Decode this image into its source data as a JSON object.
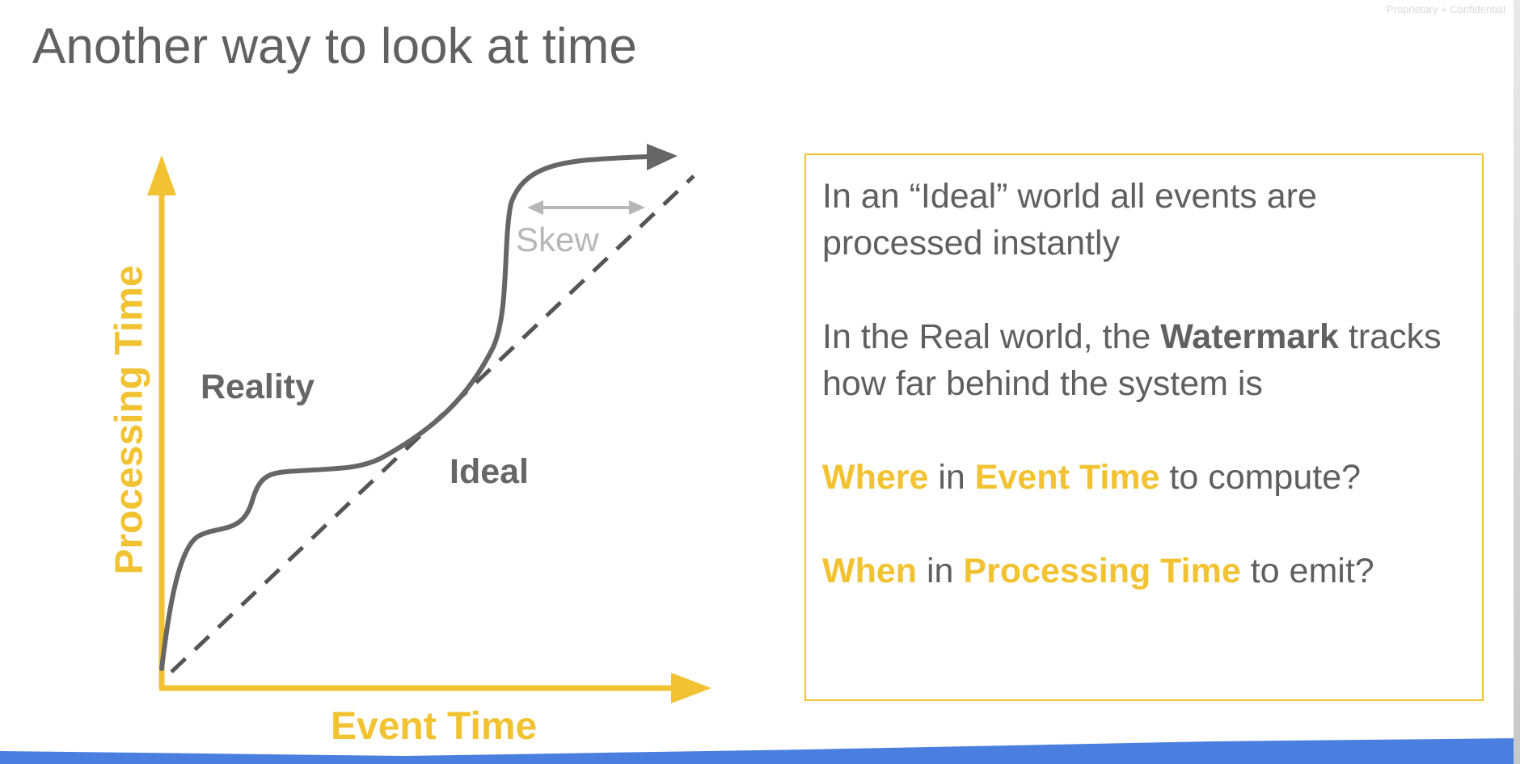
{
  "slide": {
    "title": "Another way to look at time",
    "confidential": "Proprietary + Confidential"
  },
  "diagram": {
    "y_axis_label": "Processing Time",
    "x_axis_label": "Event Time",
    "label_reality": "Reality",
    "label_ideal": "Ideal",
    "label_skew": "Skew",
    "colors": {
      "axis": "#f1c232",
      "reality_curve": "#666666",
      "ideal_line": "#555555",
      "skew_arrow": "#b7b7b7"
    }
  },
  "textbox": {
    "line1": "In an “Ideal” world all events are processed instantly",
    "line2_pre": "In the Real world, the ",
    "line2_bold": "Watermark",
    "line2_post": " tracks how far behind the system is",
    "line3_w1": "Where",
    "line3_t1": " in ",
    "line3_w2": "Event Time",
    "line3_t2": " to compute?",
    "line4_w1": "When",
    "line4_t1": " in ",
    "line4_w2": "Processing Time",
    "line4_t2": " to emit?"
  }
}
